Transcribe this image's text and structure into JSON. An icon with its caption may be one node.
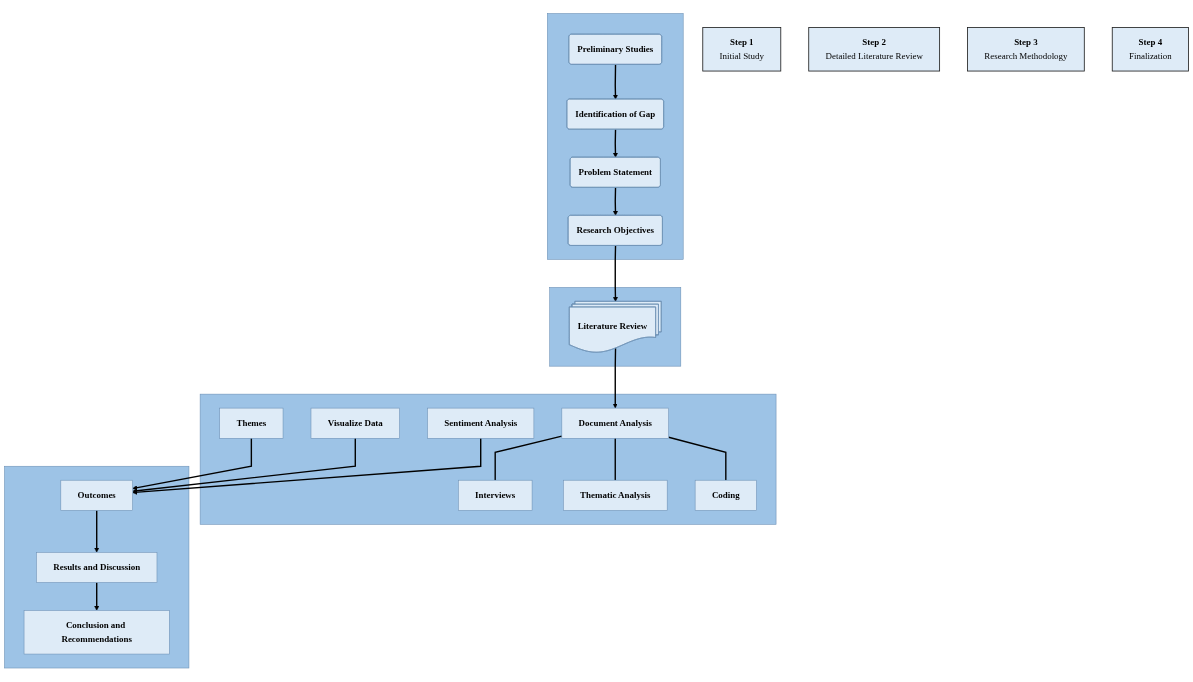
{
  "diagram": {
    "nodes": [
      {
        "text": [
          "Step 1",
          "Initial Study"
        ]
      },
      {
        "text": [],
        "shape": "box"
      },
      {
        "text": [
          "Preliminary Studies"
        ],
        "in": 1
      },
      {
        "text": [
          "Identification of Gap"
        ],
        "in": 1
      },
      {
        "text": [
          "Problem Statement"
        ],
        "in": 1
      },
      {
        "text": [
          "Research Objectives"
        ],
        "in": 1
      },
      {
        "text": [
          "Step 2",
          "Detailed Literature Review"
        ]
      },
      {
        "text": [],
        "shape": "box"
      },
      {
        "text": [
          "Literature Review"
        ],
        "in": 7
      },
      {
        "text": [
          "Step 3",
          "Research Methodology"
        ]
      },
      {
        "text": [],
        "shape": "box"
      },
      {
        "text": [
          "Document Analysis"
        ],
        "in": 10
      },
      {
        "text": [
          "Interviews"
        ],
        "in": 10
      },
      {
        "text": [
          "Thematic Analysis"
        ],
        "in": 10
      },
      {
        "text": [
          "Coding"
        ],
        "in": 10
      },
      {
        "text": [
          "Themes"
        ],
        "in": 10
      },
      {
        "text": [
          "Visualize Data"
        ],
        "in": 10
      },
      {
        "text": [
          "Sentiment Analysis"
        ],
        "in": 10
      },
      {
        "text": [
          "Step 4",
          "Finalization"
        ]
      },
      {
        "text": [],
        "shape": "box"
      },
      {
        "text": [
          "Conclusion and Recommendations"
        ],
        "in": 19
      },
      {
        "text": [
          "Results and Discussion"
        ],
        "in": 19
      },
      {
        "text": [
          "Outcomes"
        ],
        "in": 19
      }
    ],
    "edges": [
      {
        "from": 2,
        "to": 3,
        "arrow": "to"
      },
      {
        "from": 3,
        "to": 4,
        "arrow": "to"
      },
      {
        "from": 4,
        "to": 5,
        "arrow": "to"
      },
      {
        "from": 5,
        "to": 8,
        "arrow": "to"
      },
      {
        "from": 8,
        "to": 11,
        "arrow": "to"
      },
      {
        "from": 11,
        "to": 12,
        "arrow": "none"
      },
      {
        "from": 11,
        "to": 13,
        "arrow": "none"
      },
      {
        "from": 11,
        "to": 14,
        "arrow": "none"
      },
      {
        "from": 15,
        "to": 22,
        "arrow": "to"
      },
      {
        "from": 16,
        "to": 22,
        "arrow": "to"
      },
      {
        "from": 17,
        "to": 22,
        "arrow": "to"
      },
      {
        "from": 22,
        "to": 21,
        "arrow": "to"
      },
      {
        "from": 21,
        "to": 20,
        "arrow": "to"
      }
    ]
  }
}
